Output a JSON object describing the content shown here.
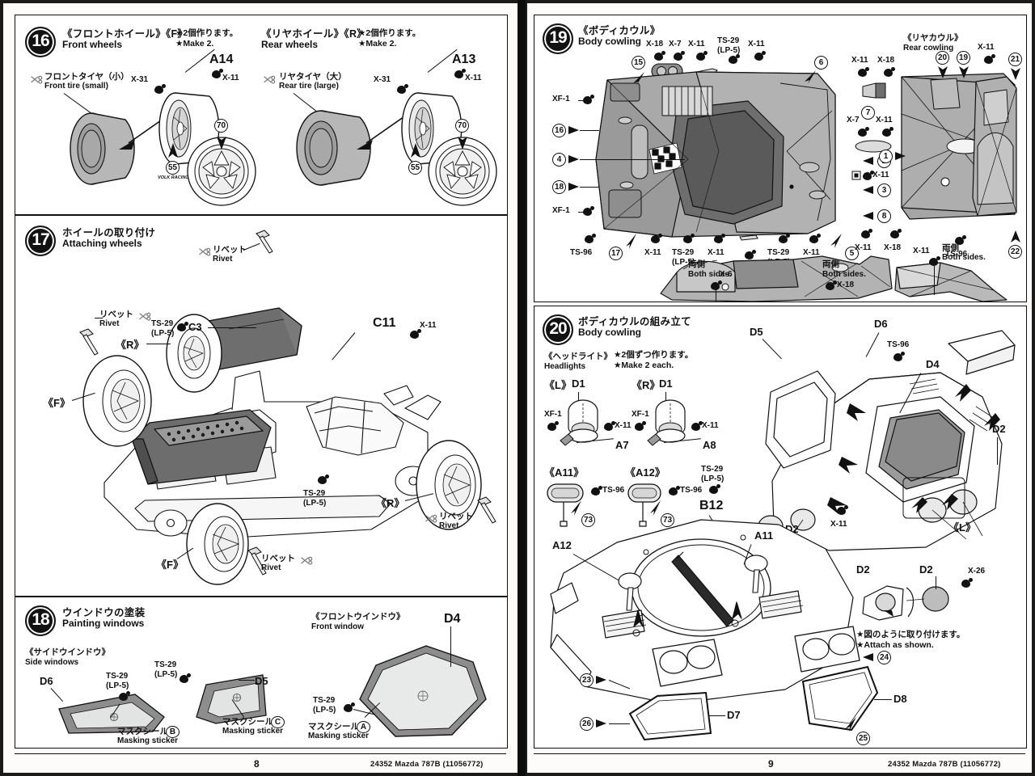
{
  "manual": {
    "kit_number": "24352",
    "kit_name": "Mazda 787B",
    "doc_code": "(11056772)",
    "footer_line": "24352  Mazda 787B  (11056772)",
    "left_page_number": "8",
    "right_page_number": "9"
  },
  "steps": {
    "s16": {
      "number": "16",
      "title_jp": "《フロントホイール》《F》",
      "title_en": "Front wheels",
      "make_jp": "★2個作ります。",
      "make_en": "★Make 2.",
      "tire_jp": "フロントタイヤ（小）",
      "tire_en": "Front tire (small)",
      "part_hub": "A14",
      "paint_x31": "X-31",
      "paint_x11": "X-11",
      "decal_55": "55",
      "decal_55_text": "VOLK RACING",
      "decal_70": "70",
      "right": {
        "title_jp": "《リヤホイール》《R》",
        "title_en": "Rear wheels",
        "make_jp": "★2個作ります。",
        "make_en": "★Make 2.",
        "tire_jp": "リヤタイヤ（大）",
        "tire_en": "Rear tire (large)",
        "part_hub": "A13",
        "paint_x31": "X-31",
        "paint_x11": "X-11",
        "decal_55": "55",
        "decal_70": "70"
      }
    },
    "s17": {
      "number": "17",
      "title_jp": "ホイールの取り付け",
      "title_en": "Attaching wheels",
      "rivet_jp": "リベット",
      "rivet_en": "Rivet",
      "wheel_f": "《F》",
      "wheel_r": "《R》",
      "paint_ts29": "TS-29",
      "paint_lp5": "(LP-5)",
      "part_c3": "C3",
      "part_c11": "C11",
      "paint_x11": "X-11"
    },
    "s18": {
      "number": "18",
      "title_jp": "ウインドウの塗装",
      "title_en": "Painting windows",
      "side_jp": "《サイドウインドウ》",
      "side_en": "Side windows",
      "front_jp": "《フロントウインドウ》",
      "front_en": "Front window",
      "paint_ts29": "TS-29",
      "paint_lp5": "(LP-5)",
      "mask_jp": "マスクシール",
      "mask_en": "Masking sticker",
      "part_d4": "D4",
      "part_d5": "D5",
      "part_d6": "D6",
      "mask_a": "A",
      "mask_b": "B",
      "mask_c": "C"
    },
    "s19": {
      "number": "19",
      "title_jp": "《ボディカウル》",
      "title_en": "Body cowling",
      "rear_jp": "《リヤカウル》",
      "rear_en": "Rear cowling",
      "both_jp": "両側",
      "both_en": "Both sides.",
      "top_paints": [
        "X-18",
        "X-7",
        "X-11",
        "TS-29",
        "(LP-5)",
        "X-11"
      ],
      "left_paints": [
        "XF-1",
        "XF-1"
      ],
      "bottom_paints": [
        "TS-96",
        "X-11",
        "TS-29",
        "(LP-5)",
        "X-11",
        "X-11",
        "TS-29",
        "(LP-5)",
        "X-11"
      ],
      "right_paints": [
        "X-11",
        "X-18",
        "X-7",
        "X-11",
        "X-11",
        "X-18",
        "X-11",
        "TS-96",
        "TS-96"
      ],
      "extra_paints": [
        "X-6",
        "X-18",
        "X-11"
      ],
      "circles_left": [
        "15",
        "16",
        "4",
        "18",
        "17"
      ],
      "circles_right": [
        "6",
        "2",
        "3",
        "5",
        "7",
        "8",
        "1",
        "20",
        "19",
        "21",
        "22"
      ]
    },
    "s20": {
      "number": "20",
      "title_jp": "ボディカウルの組み立て",
      "title_en": "Body cowling",
      "headlights_jp": "《ヘッドライト》",
      "headlights_en": "Headlights",
      "make_jp": "★2個ずつ作ります。",
      "make_en": "★Make 2 each.",
      "side_l": "《L》",
      "side_r": "《R》",
      "part_d1": "D1",
      "part_a7": "A7",
      "part_a8": "A8",
      "paint_xf1": "XF-1",
      "paint_x11": "X-11",
      "paint_x26": "X-26",
      "paint_ts96": "TS-96",
      "paint_ts29": "TS-29",
      "paint_lp5": "(LP-5)",
      "mirror_a11": "《A11》",
      "mirror_a12": "《A12》",
      "decal_73": "73",
      "part_b12": "B12",
      "part_a11": "A11",
      "part_a12": "A12",
      "part_d2": "D2",
      "part_d4": "D4",
      "part_d5": "D5",
      "part_d6": "D6",
      "part_d7": "D7",
      "part_d8": "D8",
      "decals": [
        "23",
        "24",
        "25",
        "26"
      ],
      "attach_jp": "★図のように取り付けます。",
      "attach_en": "★Attach as shown."
    }
  },
  "colors": {
    "ink": "#111111",
    "paper": "#fdfcfa",
    "fill_light": "#e6e6e6",
    "fill_mid": "#c9c9c9",
    "fill_dark": "#8f8f8f",
    "fill_darker": "#6b6b6b",
    "glass": "#dcdedd"
  }
}
